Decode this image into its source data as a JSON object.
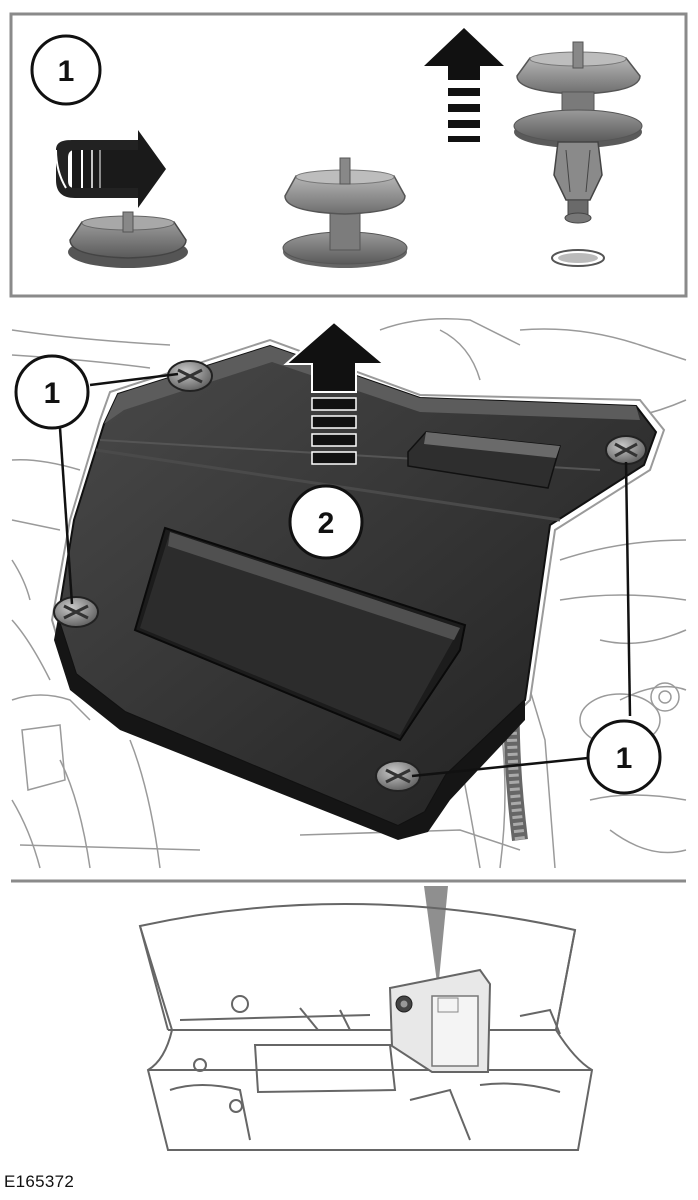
{
  "callouts": {
    "panel_top": "1",
    "fastener_top_left": "1",
    "fastener_right": "1",
    "fastener_bottom_right": "1",
    "lift_direction": "2"
  },
  "reference_id": "E165372",
  "colors": {
    "cover_dark": "#2b2b2b",
    "cover_mid": "#3d3d3d",
    "cover_light": "#5a5a5a",
    "fastener_gray": "#8c8c8c",
    "line_art": "#555555",
    "highlight_fill": "#e8e8e8"
  },
  "icons": [
    "rotate-arrow-icon",
    "up-arrow-icon"
  ]
}
